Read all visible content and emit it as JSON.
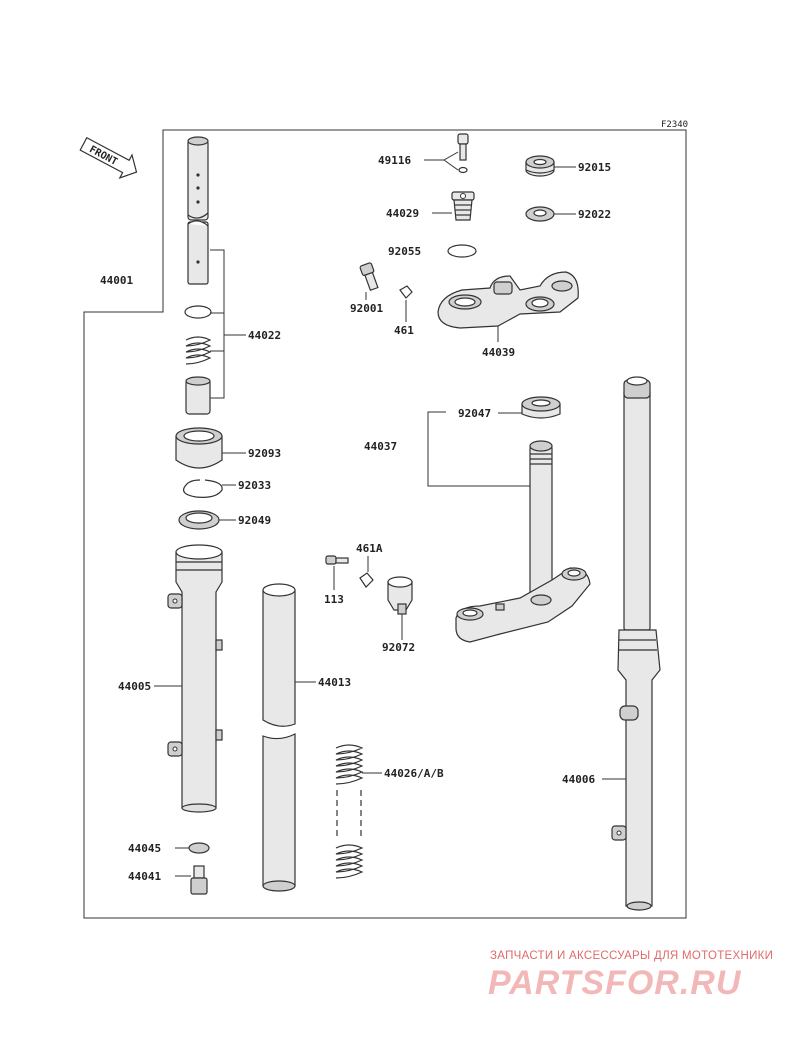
{
  "diagram": {
    "code": "F2340",
    "front_label": "FRONT",
    "labels": {
      "l44001": "44001",
      "l44022": "44022",
      "l92093": "92093",
      "l92033": "92033",
      "l92049": "92049",
      "l44005": "44005",
      "l44045": "44045",
      "l44041": "44041",
      "l44013": "44013",
      "l44026": "44026/A/B",
      "l49116": "49116",
      "l44029": "44029",
      "l92055": "92055",
      "l92001": "92001",
      "l461": "461",
      "l44039": "44039",
      "l92015": "92015",
      "l92022": "92022",
      "l92047": "92047",
      "l44037": "44037",
      "l461A": "461A",
      "l113": "113",
      "l92072": "92072",
      "l44006": "44006"
    }
  },
  "watermark": {
    "tagline": "ЗАПЧАСТИ И АКСЕССУАРЫ ДЛЯ МОТОТЕХНИКИ",
    "logo": "PARTSFOR.RU"
  }
}
